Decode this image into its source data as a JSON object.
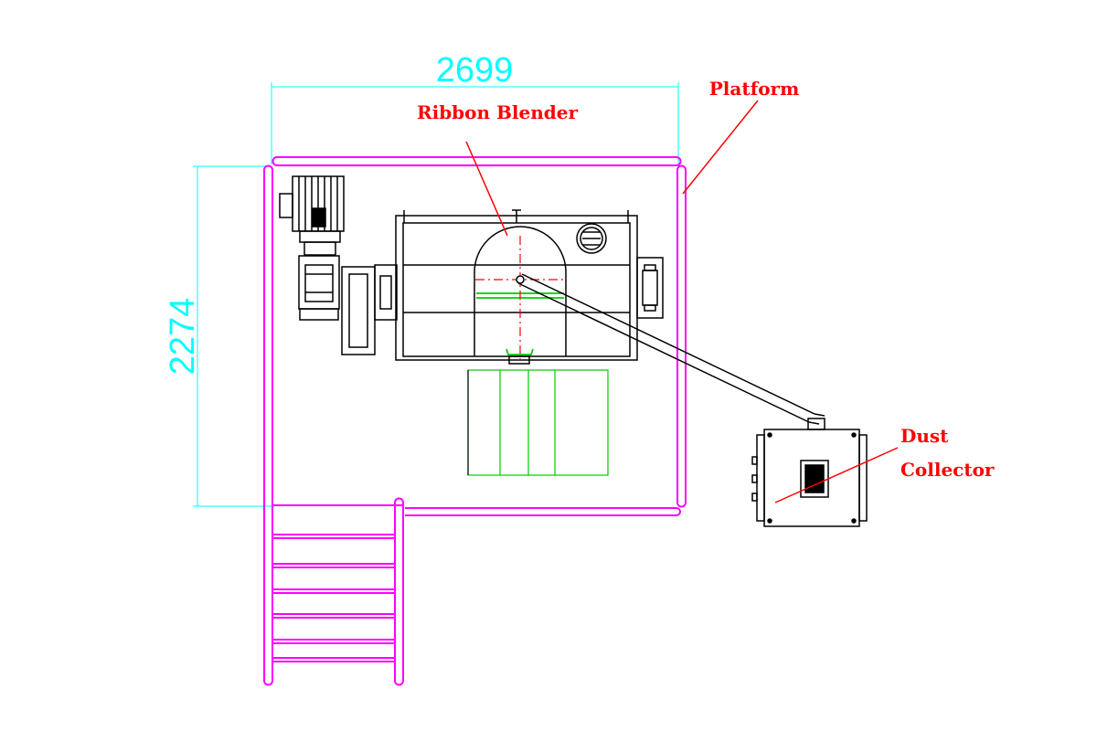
{
  "dimensions": {
    "width": "2699",
    "height": "2274"
  },
  "labels": {
    "ribbon_blender": "Ribbon Blender",
    "platform": "Platform",
    "dust_collector_line1": "Dust",
    "dust_collector_line2": "Collector"
  },
  "colors": {
    "platform": "#ff00ff",
    "dimension": "#00ffff",
    "label": "#ff0000",
    "equipment": "#000000",
    "chute": "#00cc00",
    "centerline": "#ff0000"
  }
}
